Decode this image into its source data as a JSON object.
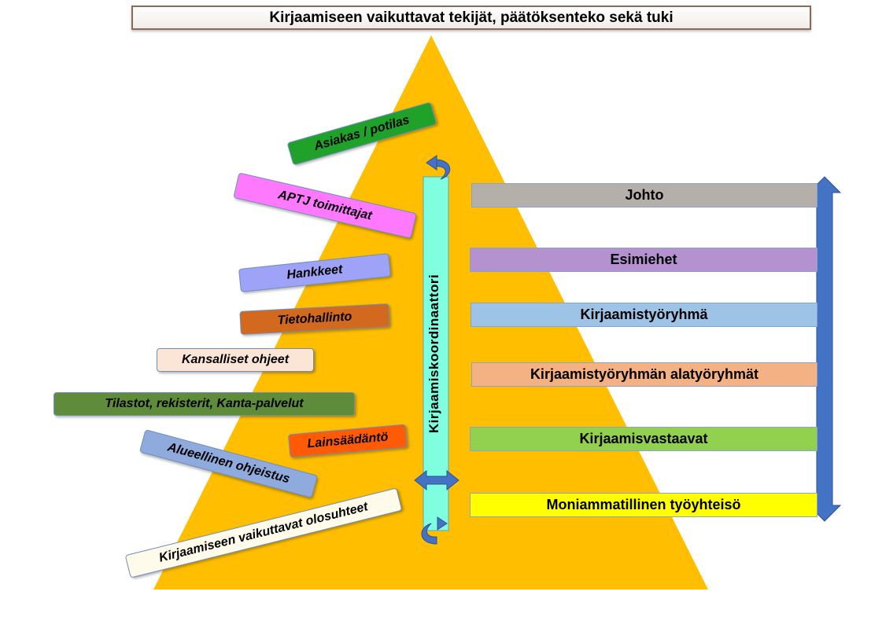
{
  "title": "Kirjaamiseen vaikuttavat tekijät, päätöksenteko sekä tuki",
  "colors": {
    "pyramid": "#FFBF00",
    "coordinator_bar": "#7FFFDF",
    "arrow": "#4472C4"
  },
  "coordinator": {
    "label": "Kirjaamiskoordinaattori"
  },
  "factors": [
    {
      "label": "Asiakas / potilas",
      "color": "#1FA12A"
    },
    {
      "label": "APTJ toimittajat",
      "color": "#FF79FF"
    },
    {
      "label": "Hankkeet",
      "color": "#9FA3F7"
    },
    {
      "label": "Tietohallinto",
      "color": "#D2691E"
    },
    {
      "label": "Kansalliset ohjeet",
      "color": "#FBE5D6"
    },
    {
      "label": "Tilastot, rekisterit, Kanta-palvelut",
      "color": "#5E8C3A"
    },
    {
      "label": "Lainsäädäntö",
      "color": "#FF5A05"
    },
    {
      "label": "Alueellinen ohjeistus",
      "color": "#8FAADC"
    },
    {
      "label": "Kirjaamiseen vaikuttavat olosuhteet",
      "color": "#FFFBEB"
    }
  ],
  "levels": [
    {
      "label": "Johto",
      "color": "#B5AFA9"
    },
    {
      "label": "Esimiehet",
      "color": "#B491CF"
    },
    {
      "label": "Kirjaamistyöryhmä",
      "color": "#9DC3E6"
    },
    {
      "label": "Kirjaamistyöryhmän alatyöryhmät",
      "color": "#F4B183"
    },
    {
      "label": "Kirjaamisvastaavat",
      "color": "#92D050"
    },
    {
      "label": "Moniammatillinen työyhteisö",
      "color": "#FFFF00"
    }
  ]
}
